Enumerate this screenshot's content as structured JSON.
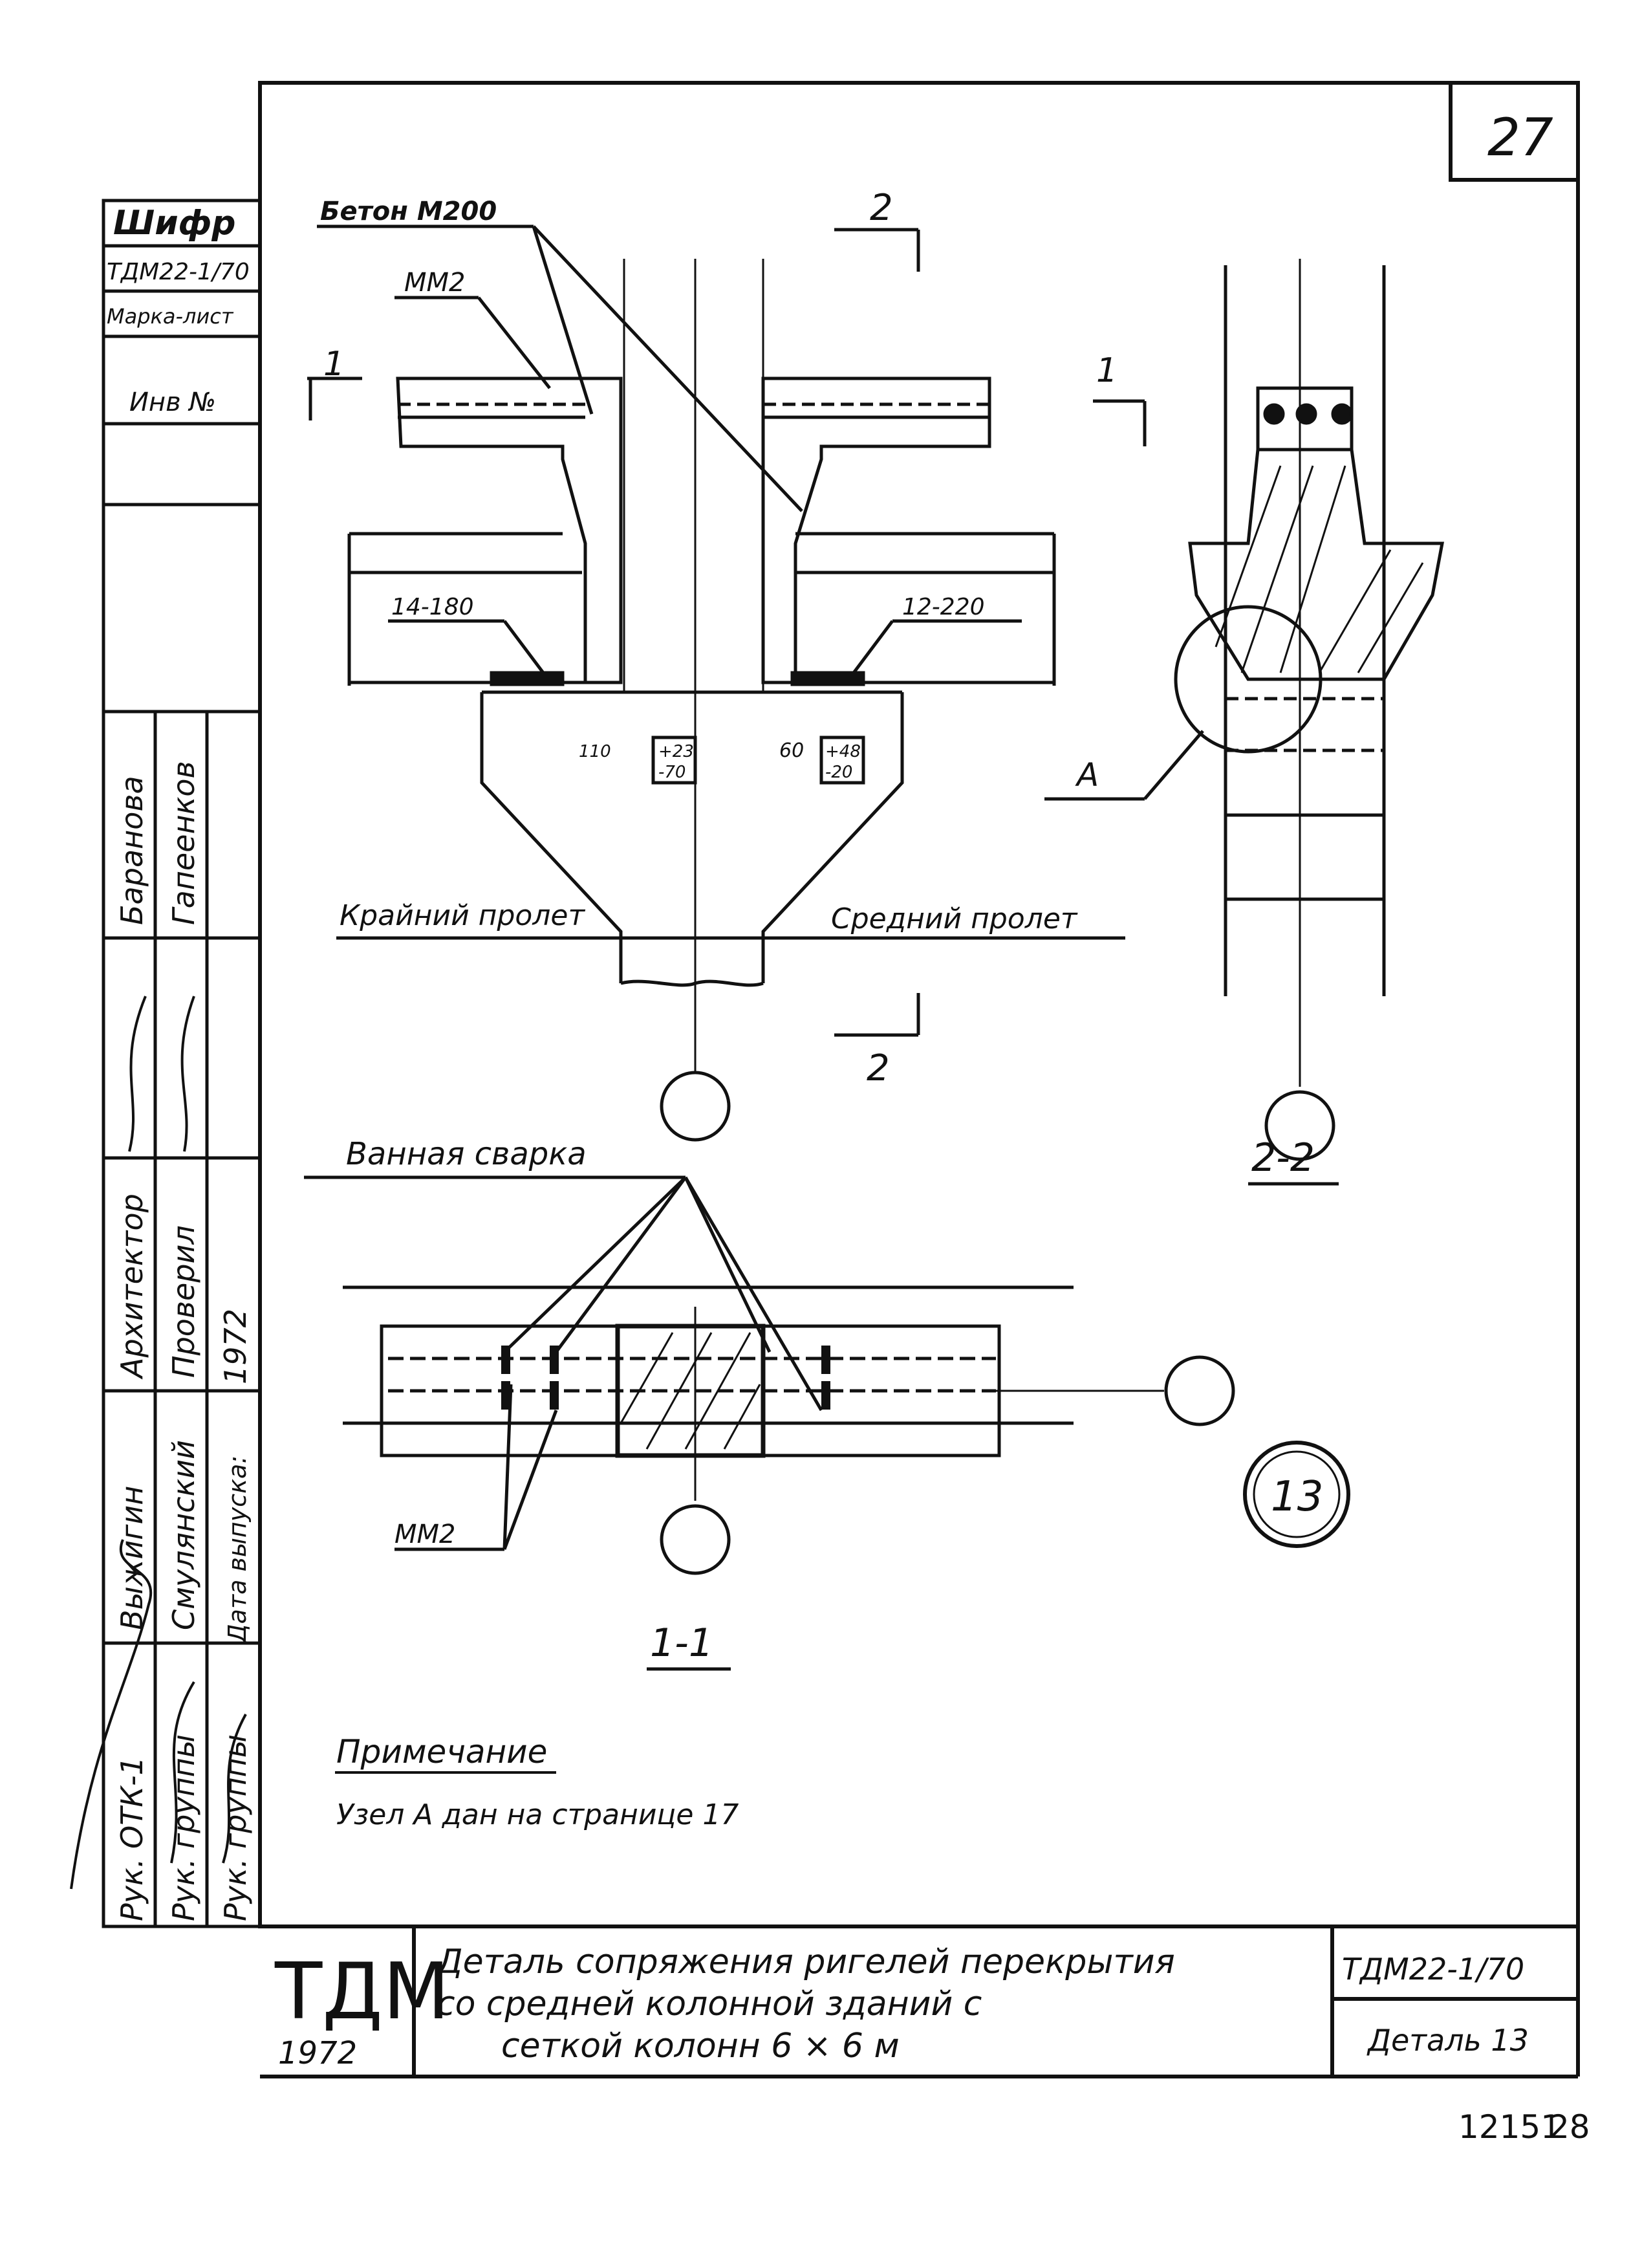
{
  "sheet": {
    "page_number": "27",
    "footer_numbers": [
      "12151",
      "28"
    ]
  },
  "side_stamp": {
    "cipher_label": "Шифр",
    "cipher_value": "ТДМ22-1/70",
    "mark_sheet_label": "Марка-лист",
    "inv_label": "Инв №",
    "roles": [
      "Рук. ОТК-1",
      "Рук. группы",
      "Рук. группы",
      "Дата выпуска:"
    ],
    "role_names_col1": [
      "Выжигин",
      "Архитектор",
      "Баранова"
    ],
    "role_names_col2": [
      "Смулянский",
      "Проверил",
      "Гапеенков"
    ],
    "role_names_col3": [
      "Гапеенков",
      "1972"
    ]
  },
  "drawing": {
    "labels": {
      "concrete": "Бетон М200",
      "mm2_top": "ММ2",
      "bar_left": "14-180",
      "bar_right": "12-220",
      "dim_110": "110",
      "dim_plus23": "+23",
      "dim_minus70": "-70",
      "dim_60": "60",
      "dim_plus48": "+48",
      "dim_minus20": "-20",
      "span_edge": "Крайний пролет",
      "span_middle": "Средний пролет",
      "section_mark_1": "1",
      "section_mark_2": "2",
      "node_a": "А",
      "section_2_2": "2-2",
      "bath_welding": "Ванная сварка",
      "mm2_bottom": "ММ2",
      "section_1_1": "1-1",
      "detail_number": "13"
    },
    "note_title": "Примечание",
    "note_text": "Узел А дан на странице 17"
  },
  "title_block": {
    "logo": "ТДМ",
    "year": "1972",
    "title_line1": "Деталь сопряжения ригелей перекрытия",
    "title_line2": "со средней колонной зданий с",
    "title_line3": "сеткой колонн 6 × 6 м",
    "code": "ТДМ22-1/70",
    "detail": "Деталь 13"
  }
}
